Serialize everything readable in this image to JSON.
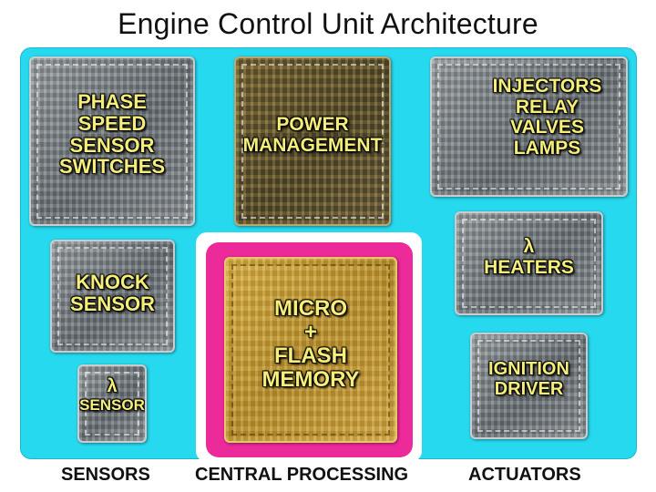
{
  "title": "Engine Control Unit Architecture",
  "chips": {
    "phase_speed": [
      "PHASE",
      "SPEED",
      "SENSOR",
      "SWITCHES"
    ],
    "power": [
      "POWER",
      "MANAGEMENT"
    ],
    "actuators_main": [
      "INJECTORS",
      "RELAY",
      "VALVES",
      "LAMPS"
    ],
    "knock": [
      "KNOCK",
      "SENSOR"
    ],
    "lambda_sensor": [
      "λ",
      "SENSOR"
    ],
    "micro": [
      "MICRO",
      "+",
      "FLASH",
      "MEMORY"
    ],
    "heaters": [
      "λ",
      "HEATERS"
    ],
    "ignition": [
      "IGNITION",
      "DRIVER"
    ]
  },
  "sections": {
    "sensors": "SENSORS",
    "central": "CENTRAL PROCESSING",
    "actuators": "ACTUATORS"
  },
  "colors": {
    "panel": "#27d9ef",
    "cpu_frame": "#ec2a9a",
    "label_text": "#f5ee7a"
  }
}
